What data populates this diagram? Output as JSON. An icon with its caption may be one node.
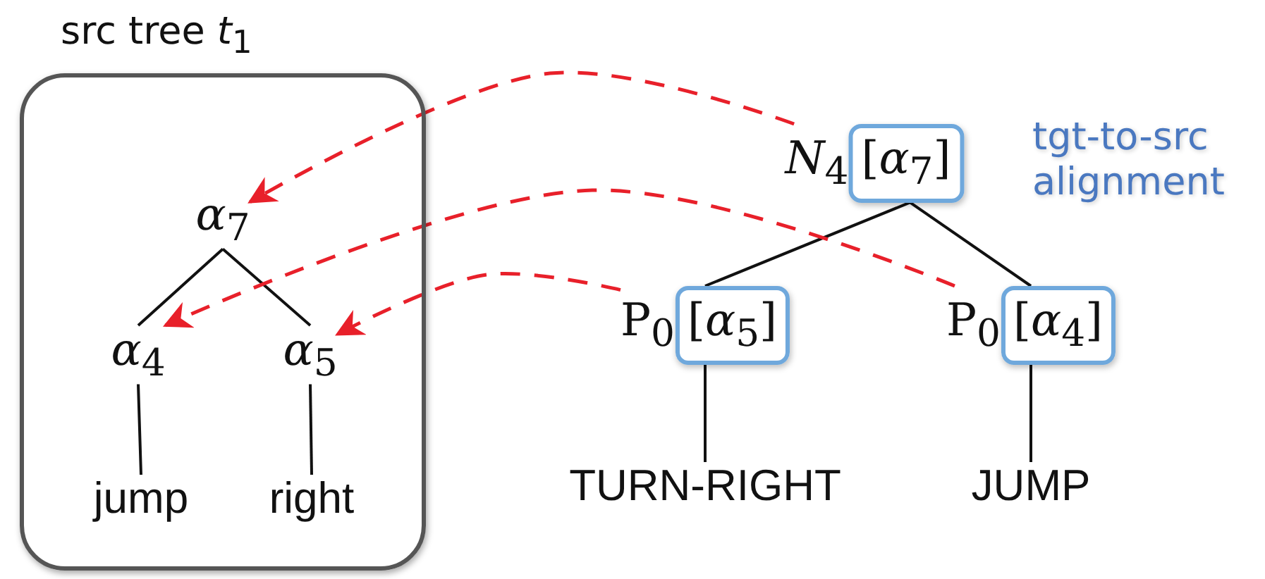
{
  "diagram": {
    "nodes": [
      {
        "text": [
          "src tree *t*$_{1}$"
        ]
      },
      {
        "text": [
          "*α*$_{7}$"
        ],
        "in": 0
      },
      {
        "text": [
          "*α*$_{4}$"
        ],
        "in": 0
      },
      {
        "text": [
          "*α*$_{5}$"
        ],
        "in": 0
      },
      {
        "text": [
          "jump"
        ],
        "in": 0
      },
      {
        "text": [
          "right"
        ],
        "in": 0
      },
      {
        "text": [
          "*N*$_{4}$",
          "[*α*$_{7}$]"
        ]
      },
      {
        "text": [
          "P$_{0}$",
          "[*α*$_{5}$]"
        ]
      },
      {
        "text": [
          "P$_{0}$",
          "[*α*$_{4}$]"
        ]
      },
      {
        "text": [
          "TURN-RIGHT"
        ]
      },
      {
        "text": [
          "JUMP"
        ]
      }
    ],
    "edges": [
      {
        "from": 1,
        "to": 2,
        "arrow": "none"
      },
      {
        "from": 1,
        "to": 3,
        "arrow": "none"
      },
      {
        "from": 2,
        "to": 4,
        "arrow": "none"
      },
      {
        "from": 3,
        "to": 5,
        "arrow": "none"
      },
      {
        "from": 6,
        "to": 7,
        "arrow": "none"
      },
      {
        "from": 6,
        "to": 8,
        "arrow": "none"
      },
      {
        "from": 7,
        "to": 9,
        "arrow": "none"
      },
      {
        "from": 8,
        "to": 10,
        "arrow": "none"
      },
      {
        "from": 6,
        "to": 1,
        "arrow": "to",
        "style": "dashed",
        "color": "#e8202a"
      },
      {
        "from": 8,
        "to": 2,
        "arrow": "to",
        "style": "dashed",
        "color": "#e8202a"
      },
      {
        "from": 7,
        "to": 3,
        "arrow": "to",
        "style": "dashed",
        "color": "#e8202a"
      }
    ],
    "labels": [
      "tgt-to-src alignment"
    ]
  }
}
